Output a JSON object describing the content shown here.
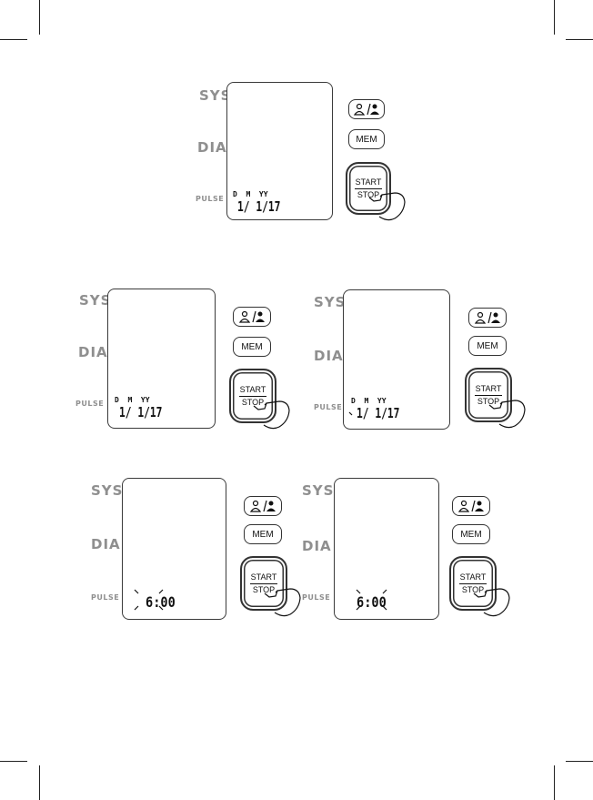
{
  "labels": {
    "sys": "SYS",
    "dia": "DIA",
    "pulse": "PULSE"
  },
  "buttons": {
    "user": "/",
    "mem": "MEM",
    "start": "START",
    "stop": "STOP"
  },
  "panels": [
    {
      "id": "panel-1",
      "date_header": "D  M  YY",
      "date_value": "1/ 1/17",
      "mode": "date"
    },
    {
      "id": "panel-2",
      "date_header": "D  M  YY",
      "date_value": "1/ 1/17",
      "mode": "date"
    },
    {
      "id": "panel-3",
      "date_header": "D  M  YY",
      "date_value": "1/ 1/17",
      "mode": "date"
    },
    {
      "id": "panel-4",
      "time_value": "6:00",
      "mode": "time-hour-blink"
    },
    {
      "id": "panel-5",
      "time_value": "6:00",
      "mode": "time-minute-blink"
    }
  ],
  "colors": {
    "label_gray": "#8f8f8f",
    "line": "#333333"
  },
  "icons": [
    "user-switch-icon",
    "hand-press-icon",
    "blink-marks-icon"
  ]
}
